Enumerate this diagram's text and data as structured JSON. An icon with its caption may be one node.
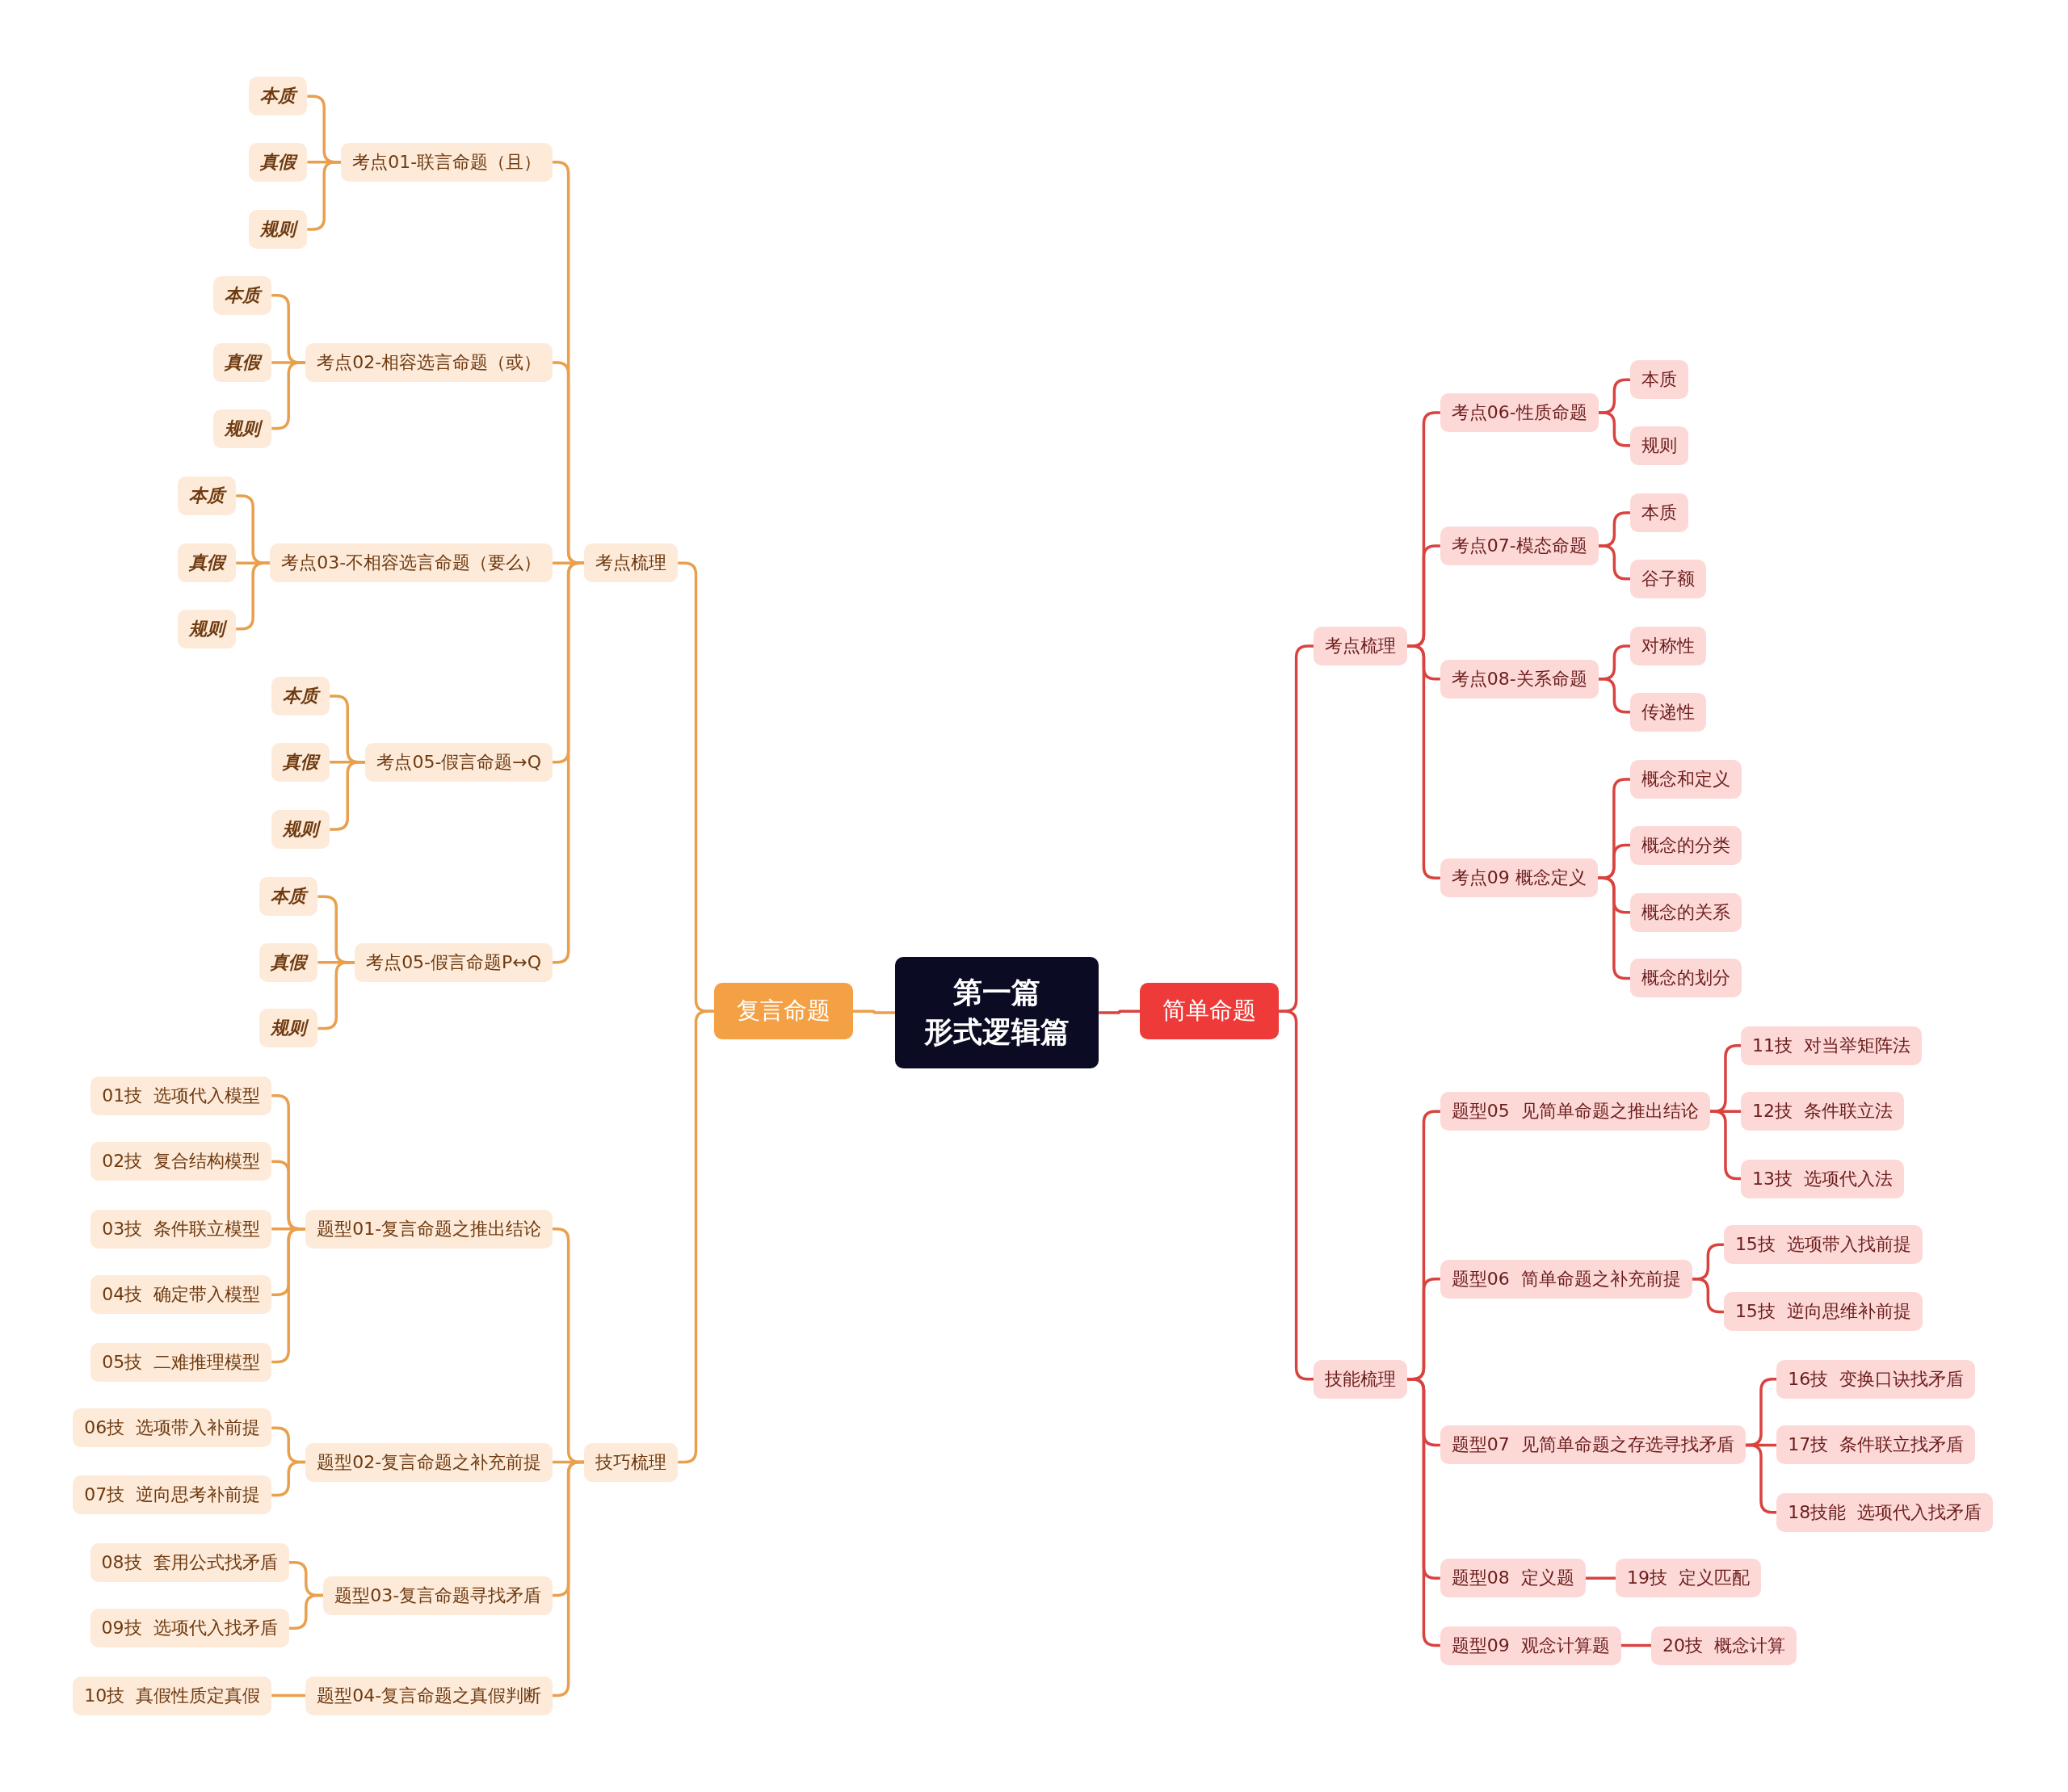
{
  "diagram": {
    "nodes": [
      {
        "text": [
          "第一篇",
          "形式逻辑篇"
        ]
      },
      {
        "text": [
          "复言命题"
        ]
      },
      {
        "text": [
          "考点梳理"
        ]
      },
      {
        "text": [
          "考点01-联言命题（且）"
        ]
      },
      {
        "text": [
          "本质"
        ]
      },
      {
        "text": [
          "真假"
        ]
      },
      {
        "text": [
          "规则"
        ]
      },
      {
        "text": [
          "考点02-相容选言命题（或）"
        ]
      },
      {
        "text": [
          "本质"
        ]
      },
      {
        "text": [
          "真假"
        ]
      },
      {
        "text": [
          "规则"
        ]
      },
      {
        "text": [
          "考点03-不相容选言命题（要么）"
        ]
      },
      {
        "text": [
          "本质"
        ]
      },
      {
        "text": [
          "真假"
        ]
      },
      {
        "text": [
          "规则"
        ]
      },
      {
        "text": [
          "考点05-假言命题→Q"
        ]
      },
      {
        "text": [
          "本质"
        ]
      },
      {
        "text": [
          "真假"
        ]
      },
      {
        "text": [
          "规则"
        ]
      },
      {
        "text": [
          "考点05-假言命题P↔Q"
        ]
      },
      {
        "text": [
          "本质"
        ]
      },
      {
        "text": [
          "真假"
        ]
      },
      {
        "text": [
          "规则"
        ]
      },
      {
        "text": [
          "技巧梳理"
        ]
      },
      {
        "text": [
          "题型01-复言命题之推出结论"
        ]
      },
      {
        "text": [
          "01技  选项代入模型"
        ]
      },
      {
        "text": [
          "02技  复合结构模型"
        ]
      },
      {
        "text": [
          "03技  条件联立模型"
        ]
      },
      {
        "text": [
          "04技  确定带入模型"
        ]
      },
      {
        "text": [
          "05技  二难推理模型"
        ]
      },
      {
        "text": [
          "题型02-复言命题之补充前提"
        ]
      },
      {
        "text": [
          "06技  选项带入补前提"
        ]
      },
      {
        "text": [
          "07技  逆向思考补前提"
        ]
      },
      {
        "text": [
          "题型03-复言命题寻找矛盾"
        ]
      },
      {
        "text": [
          "08技  套用公式找矛盾"
        ]
      },
      {
        "text": [
          "09技  选项代入找矛盾"
        ]
      },
      {
        "text": [
          "题型04-复言命题之真假判断"
        ]
      },
      {
        "text": [
          "10技  真假性质定真假"
        ]
      },
      {
        "text": [
          "简单命题"
        ]
      },
      {
        "text": [
          "考点梳理"
        ]
      },
      {
        "text": [
          "考点06-性质命题"
        ]
      },
      {
        "text": [
          "本质"
        ]
      },
      {
        "text": [
          "规则"
        ]
      },
      {
        "text": [
          "考点07-模态命题"
        ]
      },
      {
        "text": [
          "本质"
        ]
      },
      {
        "text": [
          "谷子额"
        ]
      },
      {
        "text": [
          "考点08-关系命题"
        ]
      },
      {
        "text": [
          "对称性"
        ]
      },
      {
        "text": [
          "传递性"
        ]
      },
      {
        "text": [
          "考点09 概念定义"
        ]
      },
      {
        "text": [
          "概念和定义"
        ]
      },
      {
        "text": [
          "概念的分类"
        ]
      },
      {
        "text": [
          "概念的关系"
        ]
      },
      {
        "text": [
          "概念的划分"
        ]
      },
      {
        "text": [
          "技能梳理"
        ]
      },
      {
        "text": [
          "题型05  见简单命题之推出结论"
        ]
      },
      {
        "text": [
          "11技  对当举矩阵法"
        ]
      },
      {
        "text": [
          "12技  条件联立法"
        ]
      },
      {
        "text": [
          "13技  选项代入法"
        ]
      },
      {
        "text": [
          "题型06  简单命题之补充前提"
        ]
      },
      {
        "text": [
          "15技  选项带入找前提"
        ]
      },
      {
        "text": [
          "15技  逆向思维补前提"
        ]
      },
      {
        "text": [
          "题型07  见简单命题之存选寻找矛盾"
        ]
      },
      {
        "text": [
          "16技  变换口诀找矛盾"
        ]
      },
      {
        "text": [
          "17技  条件联立找矛盾"
        ]
      },
      {
        "text": [
          "18技能  选项代入找矛盾"
        ]
      },
      {
        "text": [
          "题型08  定义题"
        ]
      },
      {
        "text": [
          "19技  定义匹配"
        ]
      },
      {
        "text": [
          "题型09  观念计算题"
        ]
      },
      {
        "text": [
          "20技  概念计算"
        ]
      }
    ],
    "edges": [
      {
        "from": 0,
        "to": 1,
        "arrow": "none"
      },
      {
        "from": 1,
        "to": 2,
        "arrow": "none"
      },
      {
        "from": 2,
        "to": 3,
        "arrow": "none"
      },
      {
        "from": 3,
        "to": 4,
        "arrow": "none"
      },
      {
        "from": 3,
        "to": 5,
        "arrow": "none"
      },
      {
        "from": 3,
        "to": 6,
        "arrow": "none"
      },
      {
        "from": 2,
        "to": 7,
        "arrow": "none"
      },
      {
        "from": 7,
        "to": 8,
        "arrow": "none"
      },
      {
        "from": 7,
        "to": 9,
        "arrow": "none"
      },
      {
        "from": 7,
        "to": 10,
        "arrow": "none"
      },
      {
        "from": 2,
        "to": 11,
        "arrow": "none"
      },
      {
        "from": 11,
        "to": 12,
        "arrow": "none"
      },
      {
        "from": 11,
        "to": 13,
        "arrow": "none"
      },
      {
        "from": 11,
        "to": 14,
        "arrow": "none"
      },
      {
        "from": 2,
        "to": 15,
        "arrow": "none"
      },
      {
        "from": 15,
        "to": 16,
        "arrow": "none"
      },
      {
        "from": 15,
        "to": 17,
        "arrow": "none"
      },
      {
        "from": 15,
        "to": 18,
        "arrow": "none"
      },
      {
        "from": 2,
        "to": 19,
        "arrow": "none"
      },
      {
        "from": 19,
        "to": 20,
        "arrow": "none"
      },
      {
        "from": 19,
        "to": 21,
        "arrow": "none"
      },
      {
        "from": 19,
        "to": 22,
        "arrow": "none"
      },
      {
        "from": 1,
        "to": 23,
        "arrow": "none"
      },
      {
        "from": 23,
        "to": 24,
        "arrow": "none"
      },
      {
        "from": 24,
        "to": 25,
        "arrow": "none"
      },
      {
        "from": 24,
        "to": 26,
        "arrow": "none"
      },
      {
        "from": 24,
        "to": 27,
        "arrow": "none"
      },
      {
        "from": 24,
        "to": 28,
        "arrow": "none"
      },
      {
        "from": 24,
        "to": 29,
        "arrow": "none"
      },
      {
        "from": 23,
        "to": 30,
        "arrow": "none"
      },
      {
        "from": 30,
        "to": 31,
        "arrow": "none"
      },
      {
        "from": 30,
        "to": 32,
        "arrow": "none"
      },
      {
        "from": 23,
        "to": 33,
        "arrow": "none"
      },
      {
        "from": 33,
        "to": 34,
        "arrow": "none"
      },
      {
        "from": 33,
        "to": 35,
        "arrow": "none"
      },
      {
        "from": 23,
        "to": 36,
        "arrow": "none"
      },
      {
        "from": 36,
        "to": 37,
        "arrow": "none"
      },
      {
        "from": 0,
        "to": 38,
        "arrow": "none",
        "color": "#d9433f"
      },
      {
        "from": 38,
        "to": 39,
        "arrow": "none",
        "color": "#d9433f"
      },
      {
        "from": 39,
        "to": 40,
        "arrow": "none",
        "color": "#d9433f"
      },
      {
        "from": 40,
        "to": 41,
        "arrow": "none",
        "color": "#d9433f"
      },
      {
        "from": 40,
        "to": 42,
        "arrow": "none",
        "color": "#d9433f"
      },
      {
        "from": 39,
        "to": 43,
        "arrow": "none",
        "color": "#d9433f"
      },
      {
        "from": 43,
        "to": 44,
        "arrow": "none",
        "color": "#d9433f"
      },
      {
        "from": 43,
        "to": 45,
        "arrow": "none",
        "color": "#d9433f"
      },
      {
        "from": 39,
        "to": 46,
        "arrow": "none",
        "color": "#d9433f"
      },
      {
        "from": 46,
        "to": 47,
        "arrow": "none",
        "color": "#d9433f"
      },
      {
        "from": 46,
        "to": 48,
        "arrow": "none",
        "color": "#d9433f"
      },
      {
        "from": 39,
        "to": 49,
        "arrow": "none",
        "color": "#d9433f"
      },
      {
        "from": 49,
        "to": 50,
        "arrow": "none",
        "color": "#d9433f"
      },
      {
        "from": 49,
        "to": 51,
        "arrow": "none",
        "color": "#d9433f"
      },
      {
        "from": 49,
        "to": 52,
        "arrow": "none",
        "color": "#d9433f"
      },
      {
        "from": 49,
        "to": 53,
        "arrow": "none",
        "color": "#d9433f"
      },
      {
        "from": 38,
        "to": 54,
        "arrow": "none",
        "color": "#d9433f"
      },
      {
        "from": 54,
        "to": 55,
        "arrow": "none",
        "color": "#d9433f"
      },
      {
        "from": 55,
        "to": 56,
        "arrow": "none",
        "color": "#d9433f"
      },
      {
        "from": 55,
        "to": 57,
        "arrow": "none",
        "color": "#d9433f"
      },
      {
        "from": 55,
        "to": 58,
        "arrow": "none",
        "color": "#d9433f"
      },
      {
        "from": 54,
        "to": 59,
        "arrow": "none",
        "color": "#d9433f"
      },
      {
        "from": 59,
        "to": 60,
        "arrow": "none",
        "color": "#d9433f"
      },
      {
        "from": 59,
        "to": 61,
        "arrow": "none",
        "color": "#d9433f"
      },
      {
        "from": 54,
        "to": 62,
        "arrow": "none",
        "color": "#d9433f"
      },
      {
        "from": 62,
        "to": 63,
        "arrow": "none",
        "color": "#d9433f"
      },
      {
        "from": 62,
        "to": 64,
        "arrow": "none",
        "color": "#d9433f"
      },
      {
        "from": 62,
        "to": 65,
        "arrow": "none",
        "color": "#d9433f"
      },
      {
        "from": 54,
        "to": 66,
        "arrow": "none",
        "color": "#d9433f"
      },
      {
        "from": 66,
        "to": 67,
        "arrow": "none",
        "color": "#d9433f"
      },
      {
        "from": 54,
        "to": 68,
        "arrow": "none",
        "color": "#d9433f"
      },
      {
        "from": 68,
        "to": 69,
        "arrow": "none",
        "color": "#d9433f"
      }
    ]
  }
}
